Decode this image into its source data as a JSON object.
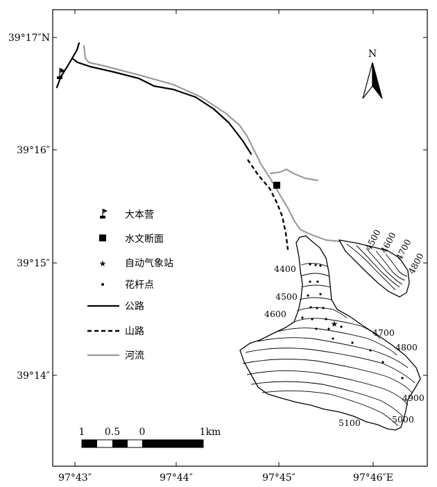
{
  "axes": {
    "lat_labels": [
      "39°17″N",
      "39°16″",
      "39°15″",
      "39°14″"
    ],
    "lon_labels": [
      "97°43″",
      "97°44″",
      "97°45″",
      "97°46″E"
    ]
  },
  "north_arrow": {
    "label": "N"
  },
  "legend": {
    "items": [
      {
        "symbol": "camp-flag-icon",
        "label": "大本营"
      },
      {
        "symbol": "square-icon",
        "label": "水文断面"
      },
      {
        "symbol": "star-icon",
        "label": "自动气象站"
      },
      {
        "symbol": "dot-icon",
        "label": "花杆点"
      },
      {
        "symbol": "solid-line",
        "label": "公路"
      },
      {
        "symbol": "dashed-line",
        "label": "山路"
      },
      {
        "symbol": "gray-line",
        "label": "河流"
      }
    ]
  },
  "scale_bar": {
    "labels": [
      "1",
      "0.5",
      "0",
      "1km"
    ]
  },
  "contours": {
    "main_glacier": [
      "4400",
      "4500",
      "4600",
      "4700",
      "4800",
      "4900",
      "5000",
      "5100"
    ],
    "small_glacier": [
      "4500",
      "4600",
      "4700",
      "4800"
    ]
  },
  "colors": {
    "road": "#000000",
    "river": "#9b9b9b",
    "contour": "#000000"
  }
}
